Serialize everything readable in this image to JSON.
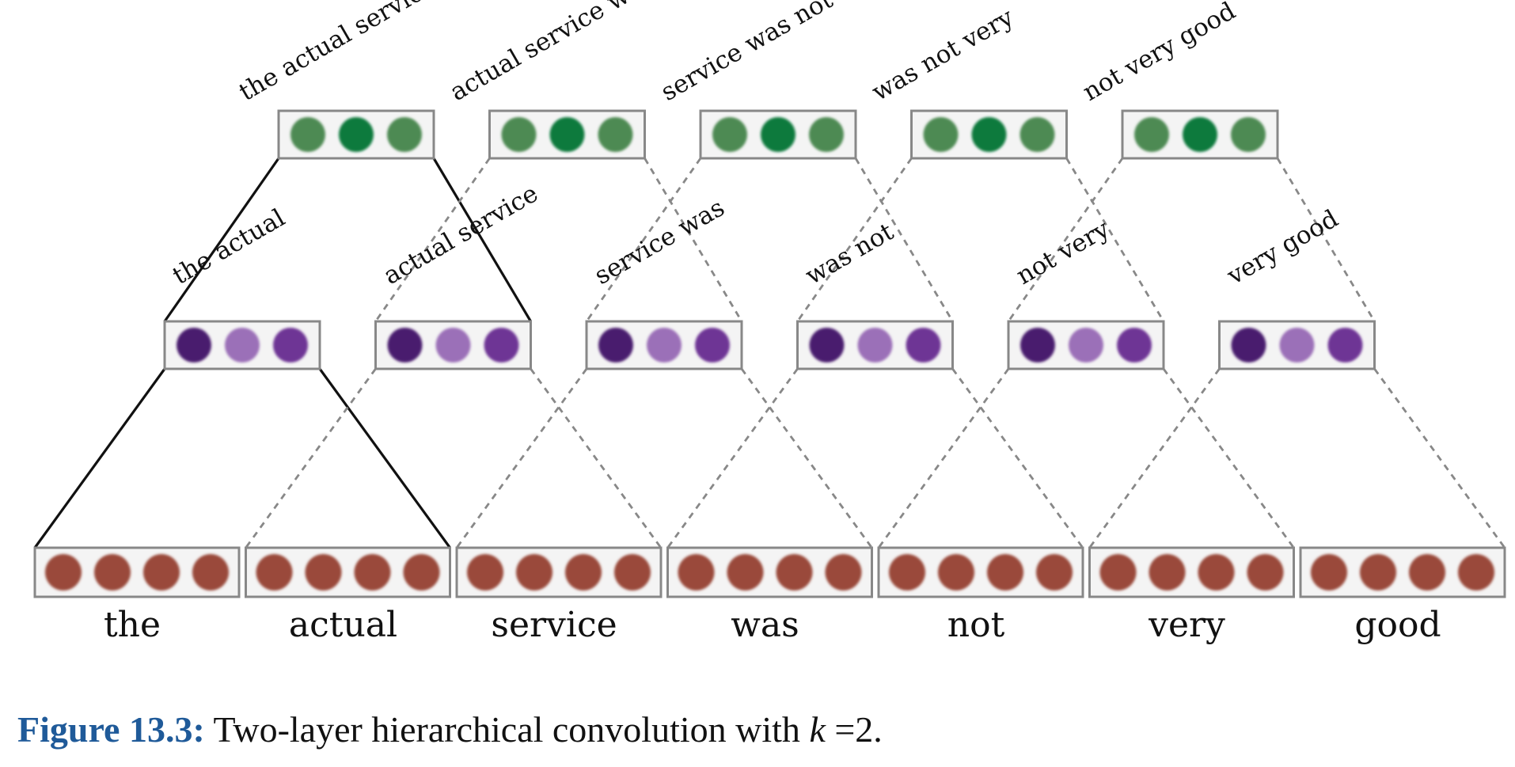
{
  "diagram": {
    "words": [
      "the",
      "actual",
      "service",
      "was",
      "not",
      "very",
      "good"
    ],
    "layer1_labels": [
      "the actual",
      "actual service",
      "service was",
      "was not",
      "not very",
      "very good"
    ],
    "layer2_labels": [
      "the actual service",
      "actual service was",
      "service was not",
      "was not very",
      "not very good"
    ],
    "colors": {
      "word_dot": "#9a4a3a",
      "layer1_dots": [
        "#4a1d6e",
        "#9b70b8",
        "#6e3495"
      ],
      "layer2_dots": [
        "#4d8a52",
        "#0f7a3c",
        "#4d8a52"
      ],
      "box_border": "#888888",
      "box_fill": "#f4f4f4",
      "line": "#111111",
      "dashed_line": "#888888"
    }
  },
  "caption": {
    "figure": "Figure 13.3:",
    "text_before": "Two-layer hierarchical convolution with ",
    "k": "k",
    "text_after": " =2."
  }
}
